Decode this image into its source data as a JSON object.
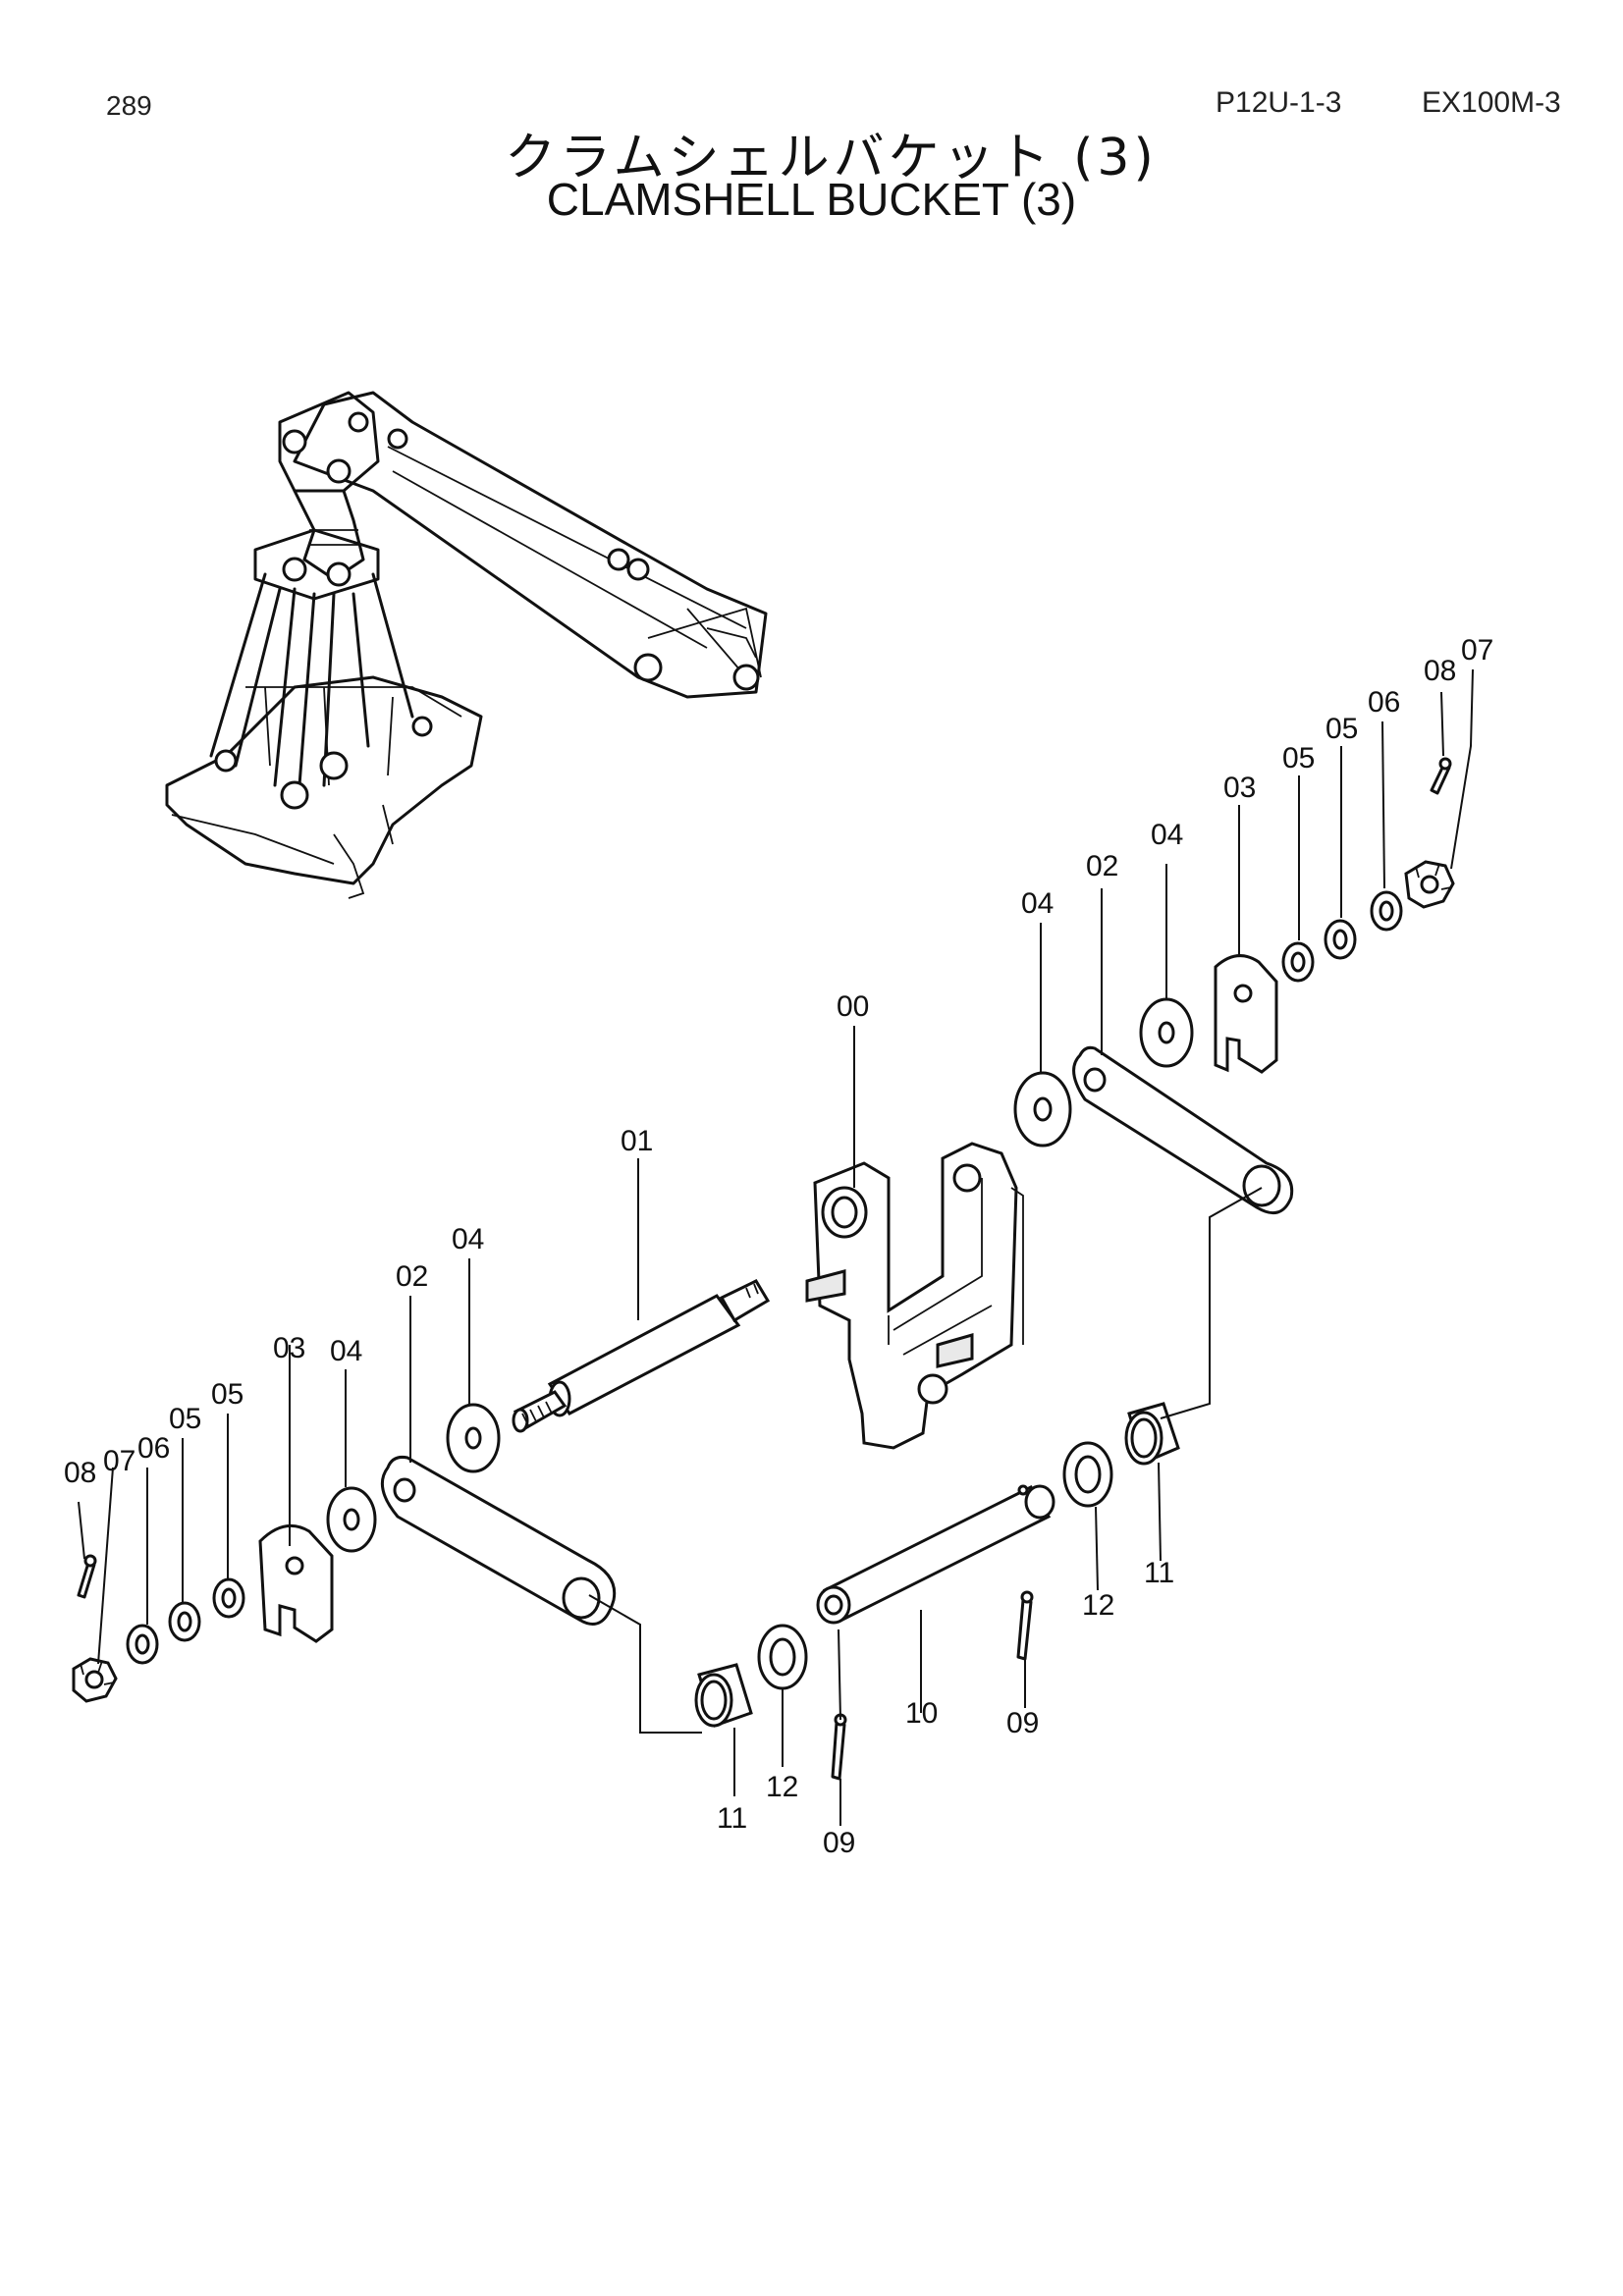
{
  "header": {
    "page_number": "289",
    "catalog_code": "P12U-1-3",
    "model": "EX100M-3"
  },
  "title": {
    "japanese": "クラムシェルバケット (3)",
    "english": "CLAMSHELL BUCKET  (3)"
  },
  "part_labels": {
    "p00": "00",
    "p01": "01",
    "p02_left": "02",
    "p02_right": "02",
    "p03_left": "03",
    "p03_right": "03",
    "p04_left_a": "04",
    "p04_left_b": "04",
    "p04_right_a": "04",
    "p04_right_b": "04",
    "p05_left_a": "05",
    "p05_left_b": "05",
    "p05_right_a": "05",
    "p05_right_b": "05",
    "p06_left": "06",
    "p06_right": "06",
    "p07_left": "07",
    "p07_right": "07",
    "p08_left": "08",
    "p08_right": "08",
    "p09_a": "09",
    "p09_b": "09",
    "p10": "10",
    "p11_left": "11",
    "p11_right": "11",
    "p12_left": "12",
    "p12_right": "12"
  }
}
